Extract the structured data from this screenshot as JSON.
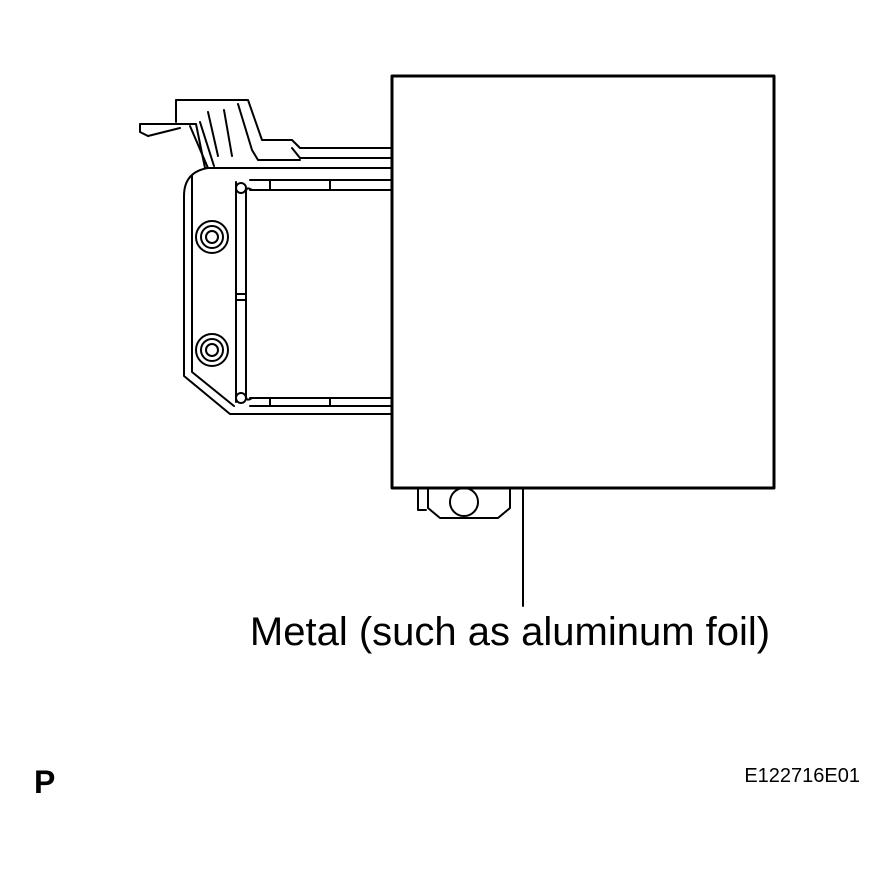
{
  "callout": {
    "text": "Metal (such as aluminum foil)"
  },
  "view_label": "P",
  "figure_id": "E122716E01",
  "colors": {
    "line": "#000000",
    "background": "#ffffff"
  }
}
